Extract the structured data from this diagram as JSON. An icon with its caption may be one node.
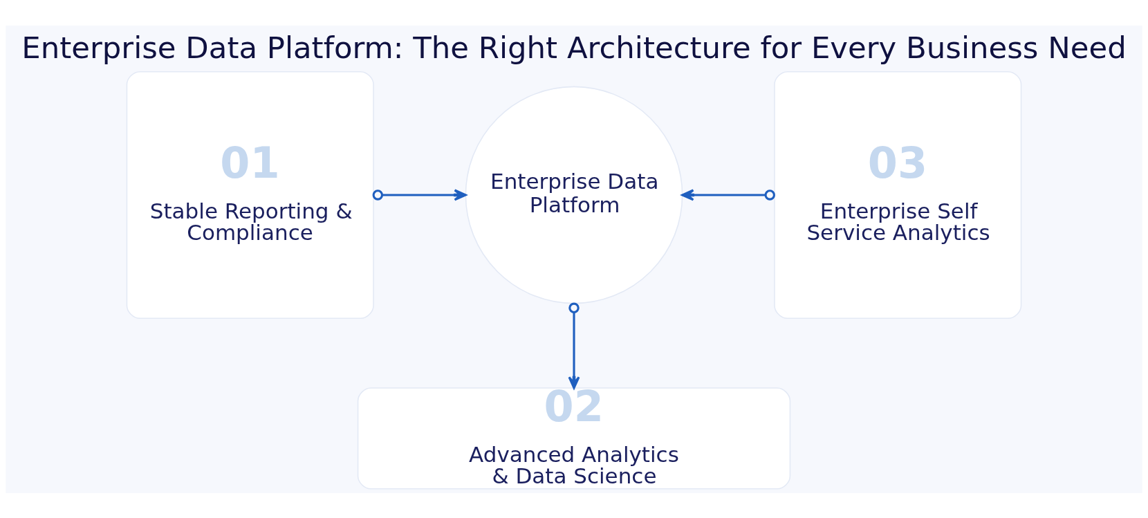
{
  "diagram": {
    "title": "Enterprise Data Platform: The Right Architecture for Every Business Need",
    "nodes": [
      {
        "text": [
          "01",
          "Stable Reporting & Compliance"
        ]
      },
      {
        "text": [
          "Enterprise Data Platform"
        ]
      },
      {
        "text": [
          "02",
          "Advanced Analytics & Data Science"
        ]
      },
      {
        "text": [
          "03",
          "Enterprise Self Service Analytics"
        ]
      }
    ],
    "edges": [
      {
        "from": 0,
        "to": 1,
        "arrow": "to"
      },
      {
        "from": 3,
        "to": 1,
        "arrow": "to"
      },
      {
        "from": 1,
        "to": 2,
        "arrow": "to"
      }
    ]
  }
}
